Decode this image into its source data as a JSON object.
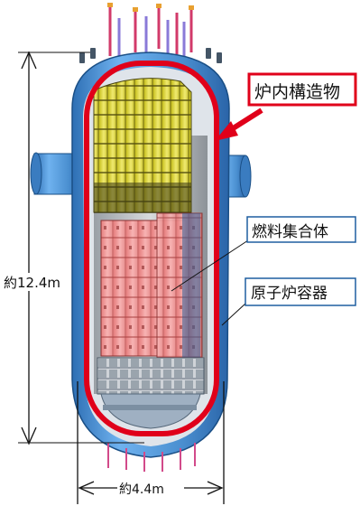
{
  "labels": {
    "internals": "炉内構造物",
    "fuel_assembly": "燃料集合体",
    "reactor_vessel": "原子炉容器",
    "height": "約12.4m",
    "width": "約4.4m"
  },
  "colors": {
    "vessel_blue": "#4a8fd0",
    "vessel_dark": "#1f5fa0",
    "internals_outline": "#e0001a",
    "fuel_pink": "#f29a9a",
    "fuel_yellow": "#e8e050",
    "barrel_gray": "#b8b8b8",
    "nozzle_blue": "#3a82c8"
  },
  "icons": {
    "leader": "callout-arrow-icon",
    "dimension": "dimension-arrow-icon"
  }
}
